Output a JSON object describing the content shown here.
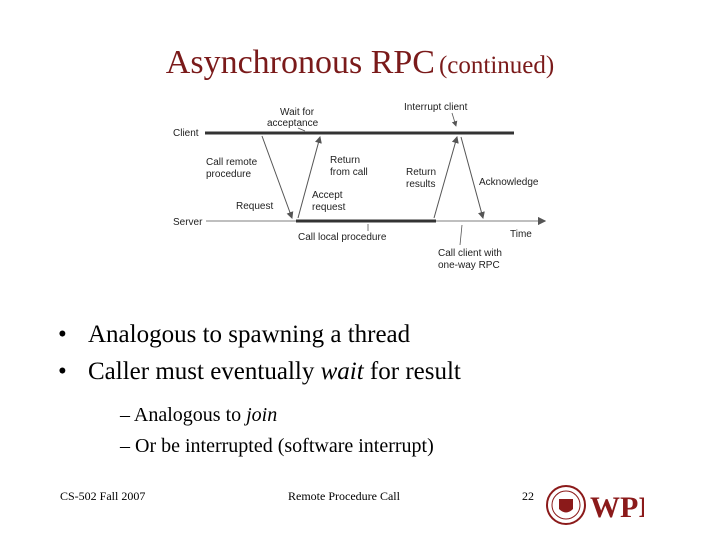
{
  "slide": {
    "title_main": "Asynchronous RPC",
    "title_sub": "(continued)",
    "diagram": {
      "labels": {
        "client": "Client",
        "server": "Server",
        "wait_for_acceptance_1": "Wait for",
        "wait_for_acceptance_2": "acceptance",
        "interrupt_client": "Interrupt client",
        "call_remote_procedure_1": "Call remote",
        "call_remote_procedure_2": "procedure",
        "return_from_call_1": "Return",
        "return_from_call_2": "from call",
        "return_results_1": "Return",
        "return_results_2": "results",
        "acknowledge": "Acknowledge",
        "request": "Request",
        "accept_request_1": "Accept",
        "accept_request_2": "request",
        "call_local_procedure": "Call local procedure",
        "time": "Time",
        "call_client_one_way_1": "Call client with",
        "call_client_one_way_2": "one-way RPC"
      }
    },
    "bullets": [
      {
        "before": "Analogous to spawning a thread",
        "emphasis": "",
        "after": ""
      },
      {
        "before": "Caller must eventually ",
        "emphasis": "wait",
        "after": " for result"
      }
    ],
    "sub_bullets": [
      {
        "before": "Analogous to ",
        "emphasis": "join",
        "after": ""
      },
      {
        "before": "Or be interrupted (software interrupt)",
        "emphasis": "",
        "after": ""
      }
    ],
    "bullet_glyph": "•",
    "sub_bullet_glyph": "–",
    "footer": {
      "left": "CS-502 Fall 2007",
      "center": "Remote Procedure Call",
      "page_number": "22"
    },
    "logo": {
      "text": "WPI",
      "icon": "wpi-seal-icon"
    },
    "colors": {
      "title": "#7a1a1a",
      "logo": "#8b1a1a"
    }
  }
}
